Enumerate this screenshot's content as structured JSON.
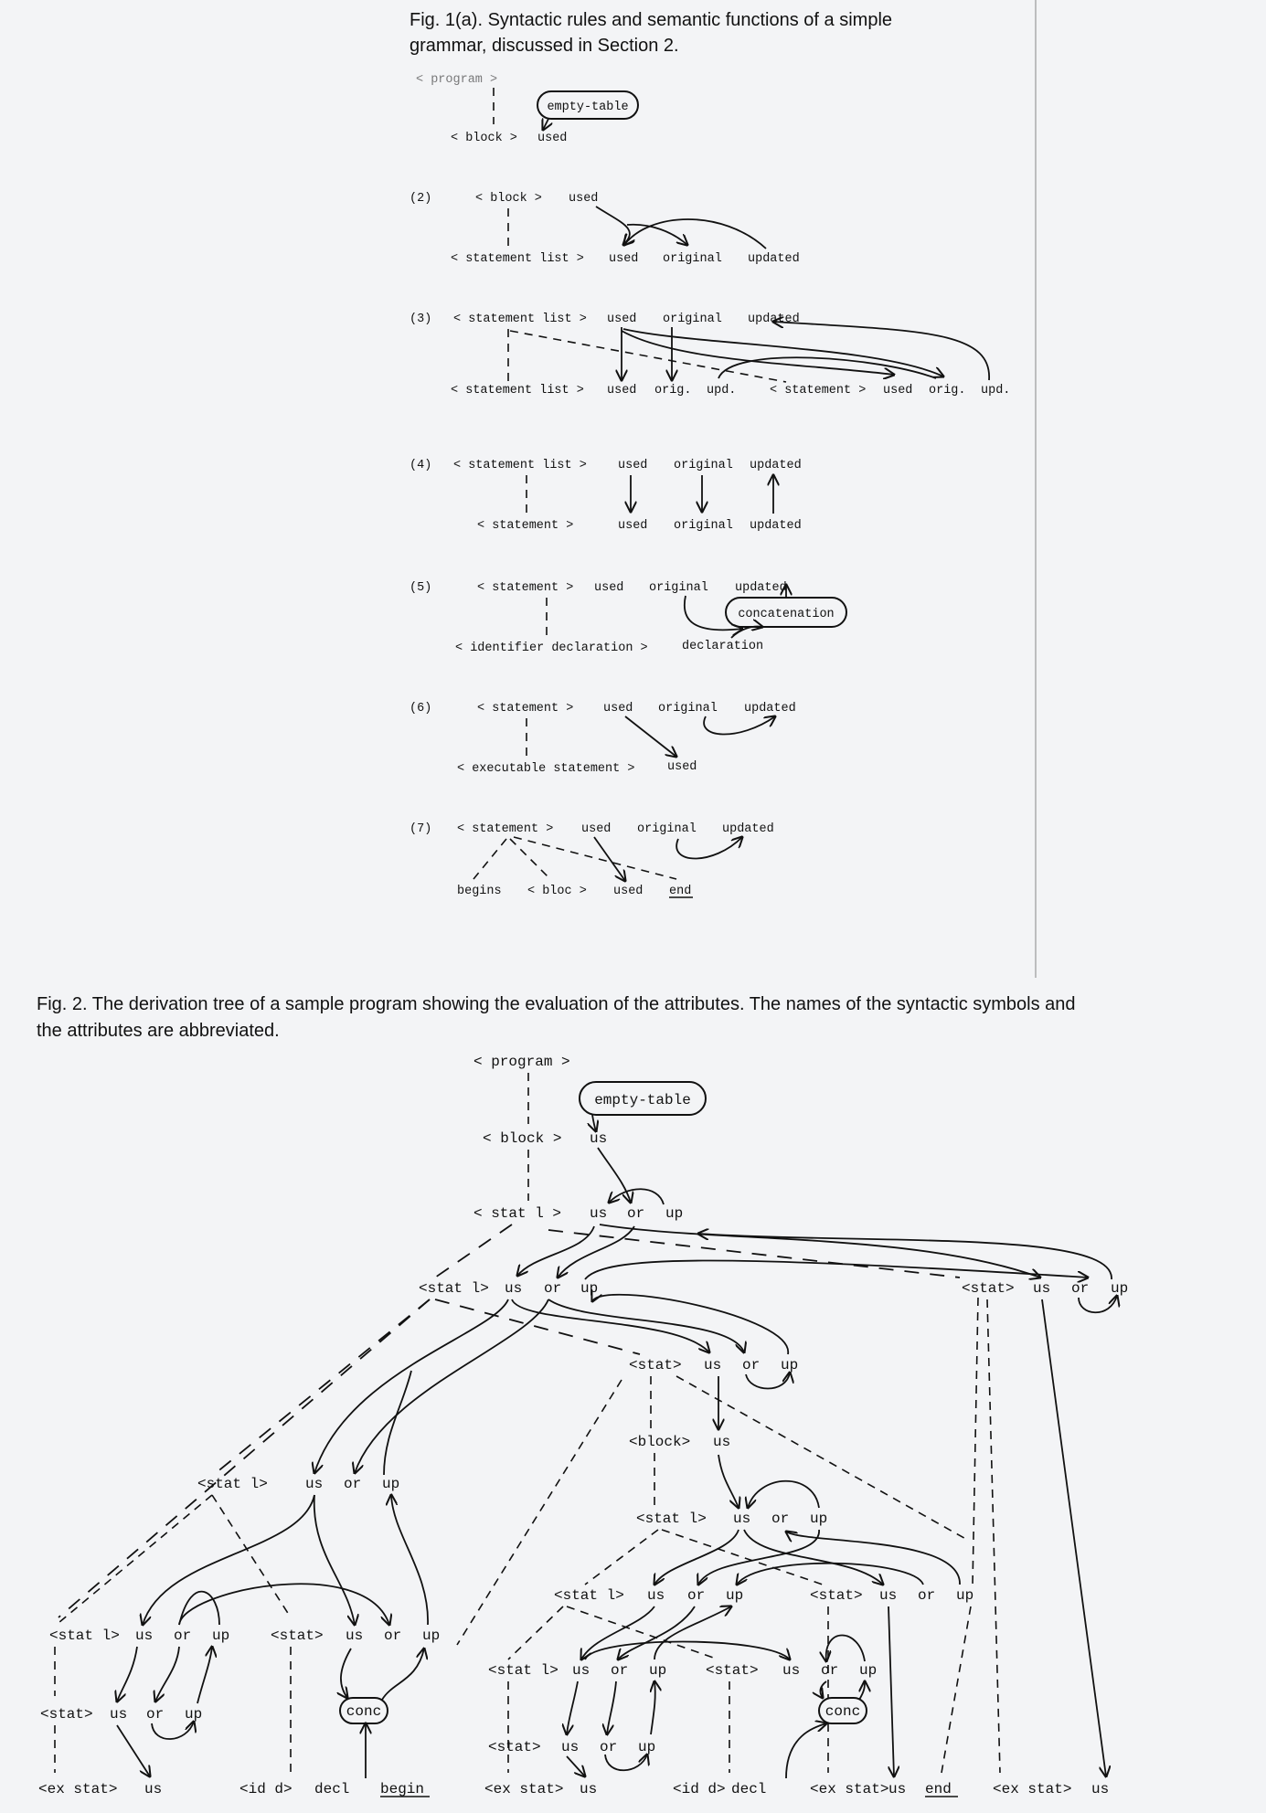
{
  "fig1": {
    "caption_line1": "Fig. 1(a). Syntactic rules and semantic functions of a simple",
    "caption_line2": "grammar, discussed in Section 2.",
    "rule1": {
      "top_label": "< program >",
      "function_box": "empty-table",
      "lhs": "< block >",
      "attr": "used"
    },
    "rule2": {
      "number": "(2)",
      "lhs": "< block >",
      "lhs_attr": "used",
      "rhs": "< statement list >",
      "rhs_used": "used",
      "rhs_original": "original",
      "rhs_updated": "updated"
    },
    "rule3": {
      "number": "(3)",
      "lhs": "< statement list >",
      "lhs_used": "used",
      "lhs_original": "original",
      "lhs_updated": "updated",
      "rhs1": "< statement list >",
      "rhs1_used": "used",
      "rhs1_orig": "orig.",
      "rhs1_upd": "upd.",
      "rhs2": "< statement >",
      "rhs2_used": "used",
      "rhs2_orig": "orig.",
      "rhs2_upd": "upd."
    },
    "rule4": {
      "number": "(4)",
      "lhs": "< statement list >",
      "lhs_used": "used",
      "lhs_original": "original",
      "lhs_updated": "updated",
      "rhs": "< statement >",
      "rhs_used": "used",
      "rhs_original": "original",
      "rhs_updated": "updated"
    },
    "rule5": {
      "number": "(5)",
      "lhs": "< statement >",
      "lhs_used": "used",
      "lhs_original": "original",
      "lhs_updated": "updated",
      "function_box": "concatenation",
      "rhs": "< identifier declaration >",
      "rhs_attr": "declaration"
    },
    "rule6": {
      "number": "(6)",
      "lhs": "< statement >",
      "lhs_used": "used",
      "lhs_original": "original",
      "lhs_updated": "updated",
      "rhs": "< executable statement >",
      "rhs_attr": "used"
    },
    "rule7": {
      "number": "(7)",
      "lhs": "< statement >",
      "lhs_used": "used",
      "lhs_original": "original",
      "lhs_updated": "updated",
      "rhs_begin": "begins",
      "rhs_bloc": "< bloc >",
      "rhs_used": "used",
      "rhs_end": "end"
    }
  },
  "fig2": {
    "caption_line1": "Fig. 2. The derivation tree of a sample program showing the evaluation of the attributes. The names of the syntactic symbols and",
    "caption_line2": "the attributes are abbreviated.",
    "program": "< program >",
    "empty_table": "empty-table",
    "block": "< block >",
    "us": "us",
    "or": "or",
    "up": "up",
    "stat_l_top": "< stat l >",
    "stat_l": "<stat l>",
    "stat": "<stat>",
    "block2": "<block>",
    "ex_stat": "<ex stat>",
    "id_d": "<id d>",
    "decl": "decl",
    "conc": "conc",
    "begin": "begin",
    "end": "end"
  }
}
